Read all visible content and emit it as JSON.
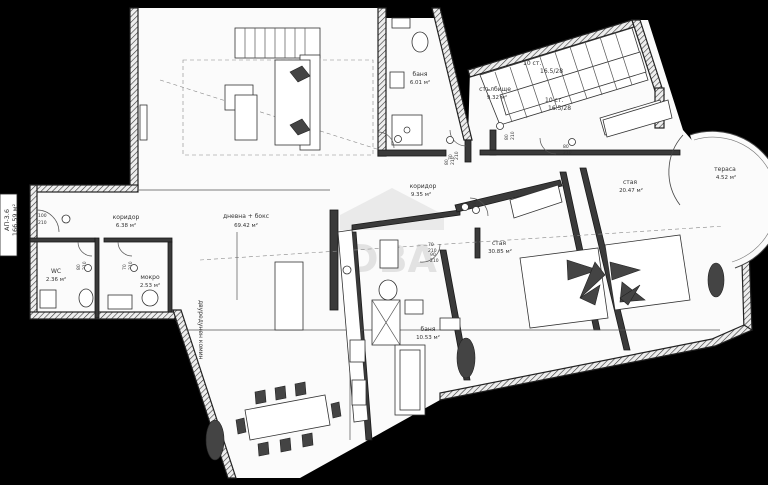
{
  "apartment": {
    "code": "АП-3.6",
    "area": "166.59 м²"
  },
  "rooms": [
    {
      "id": "living",
      "name": "дневна + бокс",
      "area": "69.42 м²"
    },
    {
      "id": "corridor-left",
      "name": "коридор",
      "area": "6.38 м²"
    },
    {
      "id": "wc",
      "name": "WC",
      "area": "2.36 м²"
    },
    {
      "id": "wet",
      "name": "мокро",
      "area": "2.53 м²"
    },
    {
      "id": "bath-top",
      "name": "баня",
      "area": "6.01 м²"
    },
    {
      "id": "stairs",
      "name": "стълбище",
      "area": "9.32 м²"
    },
    {
      "id": "corridor-mid",
      "name": "коридор",
      "area": "9.35 м²"
    },
    {
      "id": "bedroom-center",
      "name": "стая",
      "area": "30.85 м²"
    },
    {
      "id": "bedroom-right",
      "name": "стая",
      "area": "20.47 м²"
    },
    {
      "id": "terrace",
      "name": "тераса",
      "area": "4.52 м²"
    },
    {
      "id": "bath-bottom",
      "name": "баня",
      "area": "10.53 м²"
    }
  ],
  "stair_flights": [
    {
      "label": "10 ст.",
      "dims": "16.5/28"
    },
    {
      "label": "10 ст.",
      "dims": "16.5/28"
    }
  ],
  "elevator_label": "двуредунен комин",
  "door_tags": [
    {
      "width": "100",
      "height": "210"
    },
    {
      "width": "80",
      "height": "210"
    },
    {
      "width": "70",
      "height": "210"
    },
    {
      "width": "70",
      "height": "210"
    },
    {
      "width": "80",
      "height": "210"
    },
    {
      "width": "80",
      "height": "210"
    },
    {
      "width": "70",
      "height": "210"
    },
    {
      "width": "90",
      "height": "210"
    },
    {
      "width": "80",
      "height": "210"
    },
    {
      "width": "70",
      "height": "210"
    }
  ],
  "watermark": "DBA"
}
